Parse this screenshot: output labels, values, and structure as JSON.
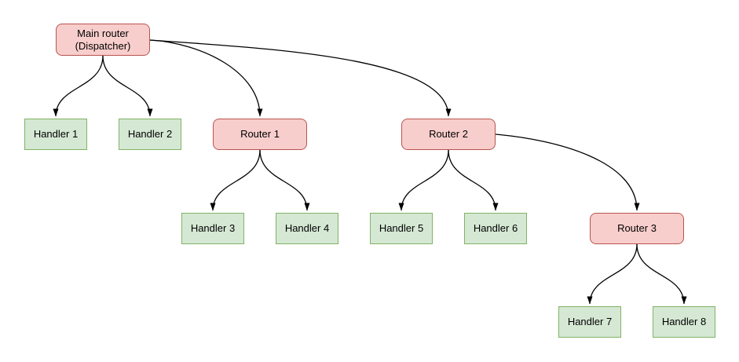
{
  "diagram": {
    "type": "tree",
    "colors": {
      "router_fill": "#f8cecc",
      "router_border": "#b85450",
      "handler_fill": "#d5e8d4",
      "handler_border": "#82b366",
      "edge": "#000000",
      "background": "#ffffff"
    },
    "nodes": {
      "main_router": {
        "label_line1": "Main router",
        "label_line2": "(Dispatcher)",
        "kind": "router"
      },
      "router_1": {
        "label": "Router 1",
        "kind": "router"
      },
      "router_2": {
        "label": "Router 2",
        "kind": "router"
      },
      "router_3": {
        "label": "Router 3",
        "kind": "router"
      },
      "handler_1": {
        "label": "Handler 1",
        "kind": "handler"
      },
      "handler_2": {
        "label": "Handler 2",
        "kind": "handler"
      },
      "handler_3": {
        "label": "Handler 3",
        "kind": "handler"
      },
      "handler_4": {
        "label": "Handler 4",
        "kind": "handler"
      },
      "handler_5": {
        "label": "Handler 5",
        "kind": "handler"
      },
      "handler_6": {
        "label": "Handler 6",
        "kind": "handler"
      },
      "handler_7": {
        "label": "Handler 7",
        "kind": "handler"
      },
      "handler_8": {
        "label": "Handler 8",
        "kind": "handler"
      }
    },
    "edges": [
      {
        "from": "Main router (Dispatcher)",
        "to": "Handler 1"
      },
      {
        "from": "Main router (Dispatcher)",
        "to": "Handler 2"
      },
      {
        "from": "Main router (Dispatcher)",
        "to": "Router 1"
      },
      {
        "from": "Main router (Dispatcher)",
        "to": "Router 2"
      },
      {
        "from": "Router 1",
        "to": "Handler 3"
      },
      {
        "from": "Router 1",
        "to": "Handler 4"
      },
      {
        "from": "Router 2",
        "to": "Handler 5"
      },
      {
        "from": "Router 2",
        "to": "Handler 6"
      },
      {
        "from": "Router 2",
        "to": "Router 3"
      },
      {
        "from": "Router 3",
        "to": "Handler 7"
      },
      {
        "from": "Router 3",
        "to": "Handler 8"
      }
    ]
  }
}
